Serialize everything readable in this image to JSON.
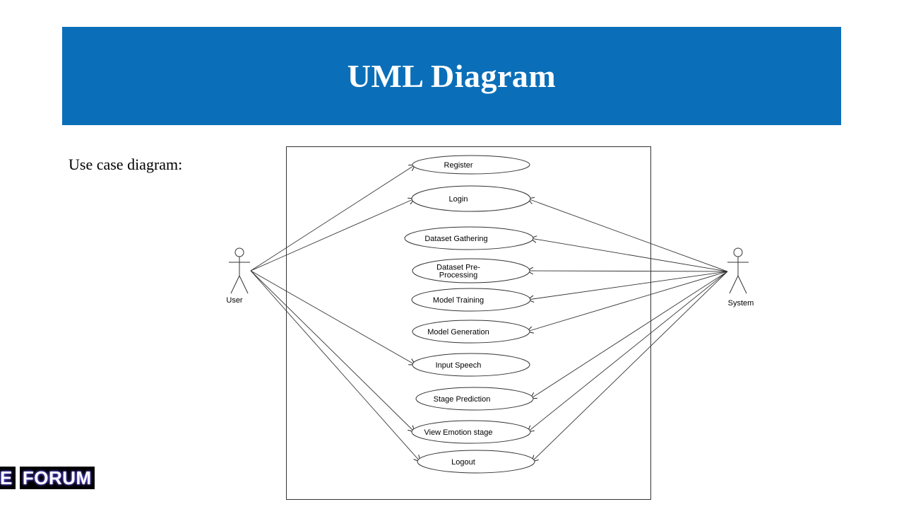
{
  "title": "UML Diagram",
  "subtitle": "Use case diagram:",
  "colors": {
    "banner": "#0a6fb8",
    "banner_text": "#ffffff"
  },
  "diagram": {
    "actors": [
      {
        "id": "user",
        "name": "User"
      },
      {
        "id": "system",
        "name": "System"
      }
    ],
    "use_cases": [
      {
        "id": "register",
        "lines": [
          "Register"
        ]
      },
      {
        "id": "login",
        "lines": [
          "Login"
        ]
      },
      {
        "id": "dataset-gathering",
        "lines": [
          "Dataset Gathering"
        ]
      },
      {
        "id": "dataset-preprocessing",
        "lines": [
          "Dataset Pre-",
          "Processing"
        ]
      },
      {
        "id": "model-training",
        "lines": [
          "Model Training"
        ]
      },
      {
        "id": "model-generation",
        "lines": [
          "Model Generation"
        ]
      },
      {
        "id": "input-speech",
        "lines": [
          "Input  Speech"
        ]
      },
      {
        "id": "stage-prediction",
        "lines": [
          "Stage Prediction"
        ]
      },
      {
        "id": "view-emotion-stage",
        "lines": [
          "View Emotion stage"
        ]
      },
      {
        "id": "logout",
        "lines": [
          "Logout"
        ]
      }
    ],
    "associations": [
      {
        "from": "user",
        "to": "register"
      },
      {
        "from": "user",
        "to": "login"
      },
      {
        "from": "user",
        "to": "input-speech"
      },
      {
        "from": "user",
        "to": "view-emotion-stage"
      },
      {
        "from": "user",
        "to": "logout"
      },
      {
        "from": "system",
        "to": "login"
      },
      {
        "from": "system",
        "to": "dataset-gathering"
      },
      {
        "from": "system",
        "to": "dataset-preprocessing"
      },
      {
        "from": "system",
        "to": "model-training"
      },
      {
        "from": "system",
        "to": "model-generation"
      },
      {
        "from": "system",
        "to": "stage-prediction"
      },
      {
        "from": "system",
        "to": "view-emotion-stage"
      },
      {
        "from": "system",
        "to": "logout"
      }
    ]
  },
  "watermark": {
    "left": "E",
    "right": "FORUM"
  }
}
